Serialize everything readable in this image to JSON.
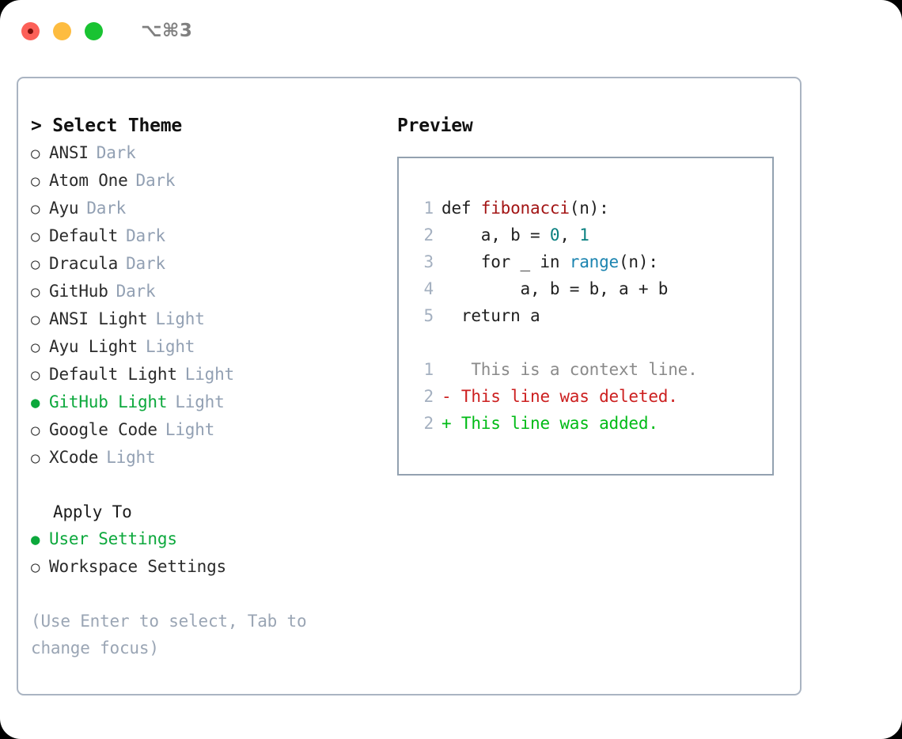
{
  "titlebar": {
    "traffic_lights": [
      "close-red",
      "minimize-yellow",
      "maximize-green"
    ],
    "shortcut": "⌥⌘3"
  },
  "colors": {
    "accent_green": "#0ca83c",
    "tag_muted": "#92a0b3",
    "panel_border": "#aab4c2",
    "preview_border": "#93a1b0",
    "gutter": "#a4b0c0",
    "syntax_function": "#a31515",
    "syntax_number": "#0a8080",
    "syntax_builtin": "#1b84b0",
    "diff_deleted": "#cc1f1f",
    "diff_added": "#00bb16",
    "diff_context": "#8a8a8a"
  },
  "theme_picker": {
    "title": "> Select Theme",
    "selected_bullet": "●",
    "unselected_bullet": "○",
    "items": [
      {
        "name": "ANSI",
        "tag": "Dark",
        "selected": false
      },
      {
        "name": "Atom One",
        "tag": "Dark",
        "selected": false
      },
      {
        "name": "Ayu",
        "tag": "Dark",
        "selected": false
      },
      {
        "name": "Default",
        "tag": "Dark",
        "selected": false
      },
      {
        "name": "Dracula",
        "tag": "Dark",
        "selected": false
      },
      {
        "name": "GitHub",
        "tag": "Dark",
        "selected": false
      },
      {
        "name": "ANSI Light",
        "tag": "Light",
        "selected": false
      },
      {
        "name": "Ayu Light",
        "tag": "Light",
        "selected": false
      },
      {
        "name": "Default Light",
        "tag": "Light",
        "selected": false
      },
      {
        "name": "GitHub Light",
        "tag": "Light",
        "selected": true
      },
      {
        "name": "Google Code",
        "tag": "Light",
        "selected": false
      },
      {
        "name": "XCode",
        "tag": "Light",
        "selected": false
      }
    ]
  },
  "apply_to": {
    "title": "Apply To",
    "items": [
      {
        "name": "User Settings",
        "selected": true
      },
      {
        "name": "Workspace Settings",
        "selected": false
      }
    ]
  },
  "hint": "(Use Enter to select, Tab to change focus)",
  "preview": {
    "title": "Preview",
    "code_lines": [
      {
        "num": "1",
        "segments": [
          {
            "text": "def ",
            "kind": "plain"
          },
          {
            "text": "fibonacci",
            "kind": "function"
          },
          {
            "text": "(n):",
            "kind": "plain"
          }
        ]
      },
      {
        "num": "2",
        "segments": [
          {
            "text": "    a, b = ",
            "kind": "plain"
          },
          {
            "text": "0",
            "kind": "number"
          },
          {
            "text": ", ",
            "kind": "plain"
          },
          {
            "text": "1",
            "kind": "number"
          }
        ]
      },
      {
        "num": "3",
        "segments": [
          {
            "text": "    for _ in ",
            "kind": "plain"
          },
          {
            "text": "range",
            "kind": "builtin"
          },
          {
            "text": "(n):",
            "kind": "plain"
          }
        ]
      },
      {
        "num": "4",
        "segments": [
          {
            "text": "        a, b = b, a + b",
            "kind": "plain"
          }
        ]
      },
      {
        "num": "5",
        "segments": [
          {
            "text": "  return a",
            "kind": "plain"
          }
        ]
      }
    ],
    "diff_lines": [
      {
        "num": "1",
        "marker": " ",
        "text": "  This is a context line.",
        "kind": "context"
      },
      {
        "num": "2",
        "marker": "-",
        "text": " This line was deleted.",
        "kind": "deleted"
      },
      {
        "num": "2",
        "marker": "+",
        "text": " This line was added.",
        "kind": "added"
      }
    ]
  }
}
